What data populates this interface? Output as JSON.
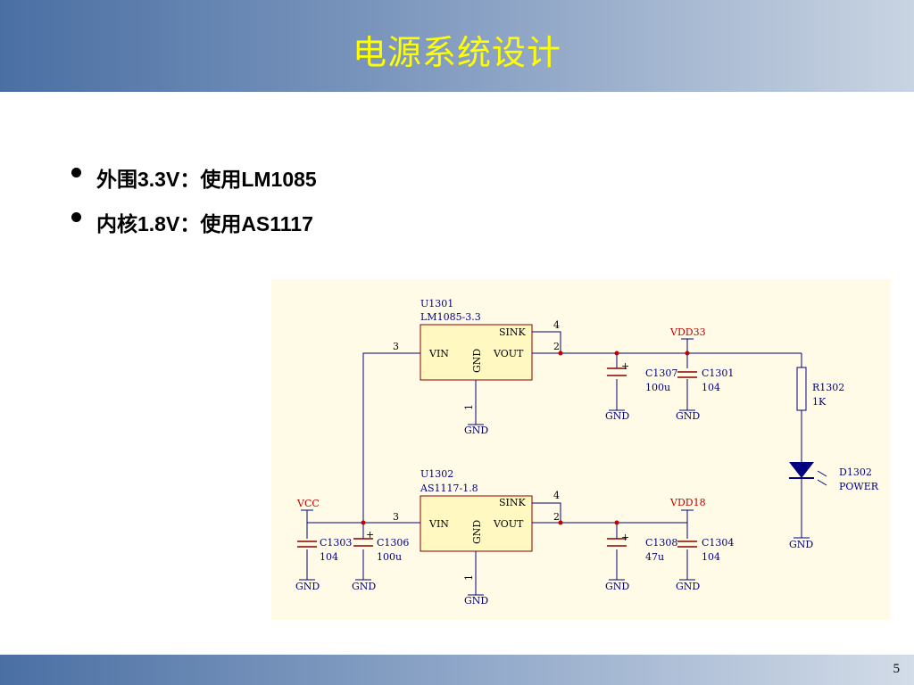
{
  "header": {
    "title": "电源系统设计"
  },
  "bullets": [
    {
      "text": "外围3.3V：使用LM1085"
    },
    {
      "text": "内核1.8V：使用AS1117"
    }
  ],
  "schematic": {
    "u1301": {
      "ref": "U1301",
      "part": "LM1085-3.3",
      "vin": "VIN",
      "vout": "VOUT",
      "gnd": "GND",
      "sink": "SINK",
      "pin_vin": "3",
      "pin_vout": "2",
      "pin_sink": "4",
      "pin_gnd": "1",
      "gnd_label": "GND"
    },
    "u1302": {
      "ref": "U1302",
      "part": "AS1117-1.8",
      "vin": "VIN",
      "vout": "VOUT",
      "gnd": "GND",
      "sink": "SINK",
      "pin_vin": "3",
      "pin_vout": "2",
      "pin_sink": "4",
      "pin_gnd": "1",
      "gnd_label": "GND"
    },
    "nets": {
      "vdd33": "VDD33",
      "vdd18": "VDD18",
      "vcc": "VCC"
    },
    "c1307": {
      "ref": "C1307",
      "value": "100u",
      "gnd": "GND"
    },
    "c1301": {
      "ref": "C1301",
      "value": "104",
      "gnd": "GND"
    },
    "c1308": {
      "ref": "C1308",
      "value": "47u",
      "gnd": "GND"
    },
    "c1304": {
      "ref": "C1304",
      "value": "104",
      "gnd": "GND"
    },
    "c1303": {
      "ref": "C1303",
      "value": "104",
      "gnd": "GND"
    },
    "c1306": {
      "ref": "C1306",
      "value": "100u",
      "gnd": "GND"
    },
    "r1302": {
      "ref": "R1302",
      "value": "1K"
    },
    "d1302": {
      "ref": "D1302",
      "value": "POWER",
      "gnd": "GND"
    },
    "plus": "+"
  },
  "footer": {
    "page_number": "5"
  },
  "colors": {
    "title": "#ffff00",
    "wire": "#000080",
    "component": "#8b0000",
    "ic_fill": "#fff8c0",
    "junction": "#c00000"
  }
}
